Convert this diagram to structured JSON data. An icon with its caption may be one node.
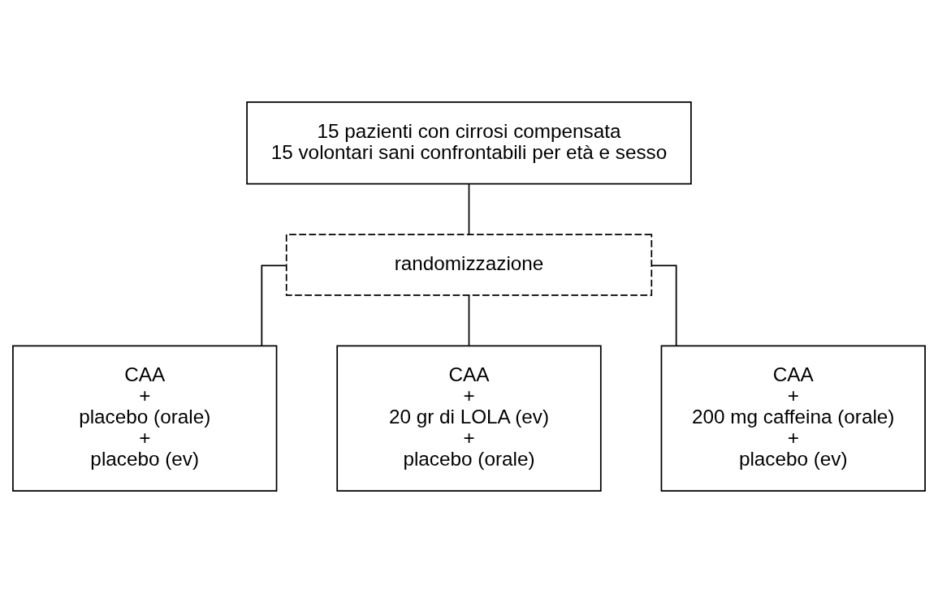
{
  "diagram": {
    "nodes": [
      {
        "text": [
          "15 pazienti con cirrosi compensata",
          "15 volontari sani confrontabili per età e sesso"
        ]
      },
      {
        "text": [
          "randomizzazione"
        ]
      },
      {
        "text": [
          "CAA",
          "+",
          "placebo (orale)",
          "+",
          "placebo (ev)"
        ]
      },
      {
        "text": [
          "CAA",
          "+",
          "20 gr di LOLA (ev)",
          "+",
          "placebo (orale)"
        ]
      },
      {
        "text": [
          "CAA",
          "+",
          "200 mg caffeina (orale)",
          "+",
          "placebo (ev)"
        ]
      }
    ],
    "edges": [
      {
        "from": 0,
        "to": 1,
        "arrow": "none"
      },
      {
        "from": 1,
        "to": 2,
        "arrow": "none"
      },
      {
        "from": 1,
        "to": 3,
        "arrow": "none"
      },
      {
        "from": 1,
        "to": 4,
        "arrow": "none"
      }
    ]
  }
}
